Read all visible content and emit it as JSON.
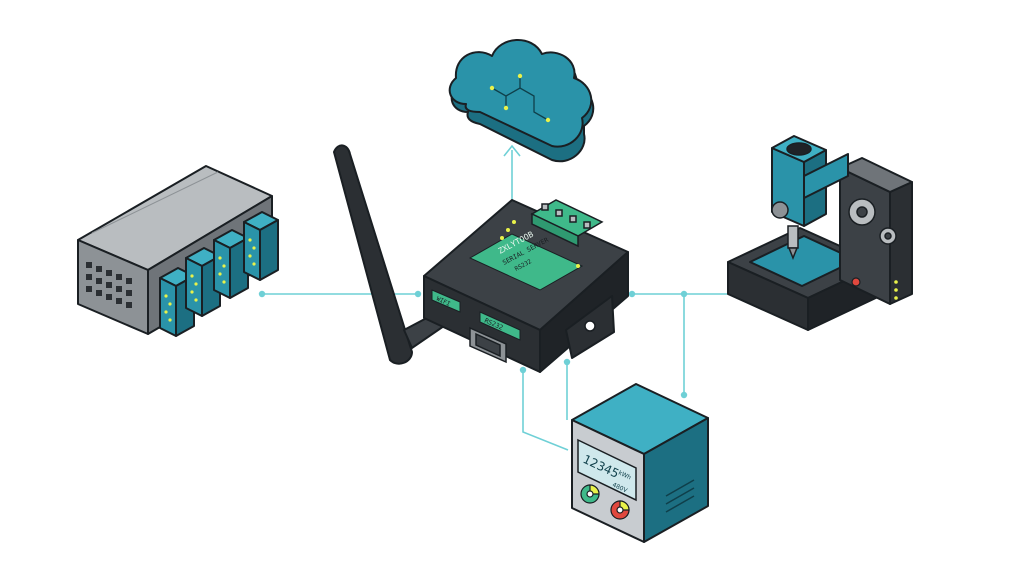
{
  "colors": {
    "line": "#6fd0d6",
    "teal": "#2a93a9",
    "teal_dark": "#1c6f82",
    "teal_light": "#3fb0c4",
    "green": "#3fb98a",
    "body_dark": "#2b2f33",
    "body_mid": "#3c4146",
    "gray": "#8d9296",
    "gray_light": "#b9bdc0",
    "led": "#e9f24a",
    "lcd": "#cfe8ec"
  },
  "gateway": {
    "brand_label": "ZXLYTOOB",
    "model_label": "SERIAL SERVER",
    "sub_label": "RS232",
    "port_label_left": "WIFI",
    "port_label_right": "RS232",
    "icon": "antenna-icon"
  },
  "cloud": {
    "icon": "cloud-icon"
  },
  "server_rack": {
    "icon": "server-rack-icon",
    "modules": 4
  },
  "cnc_machine": {
    "icon": "gear-icon"
  },
  "meter": {
    "icon": "meter-icon",
    "display_value": "12345",
    "display_unit_top": "kWh",
    "display_unit_bottom": "480V"
  }
}
